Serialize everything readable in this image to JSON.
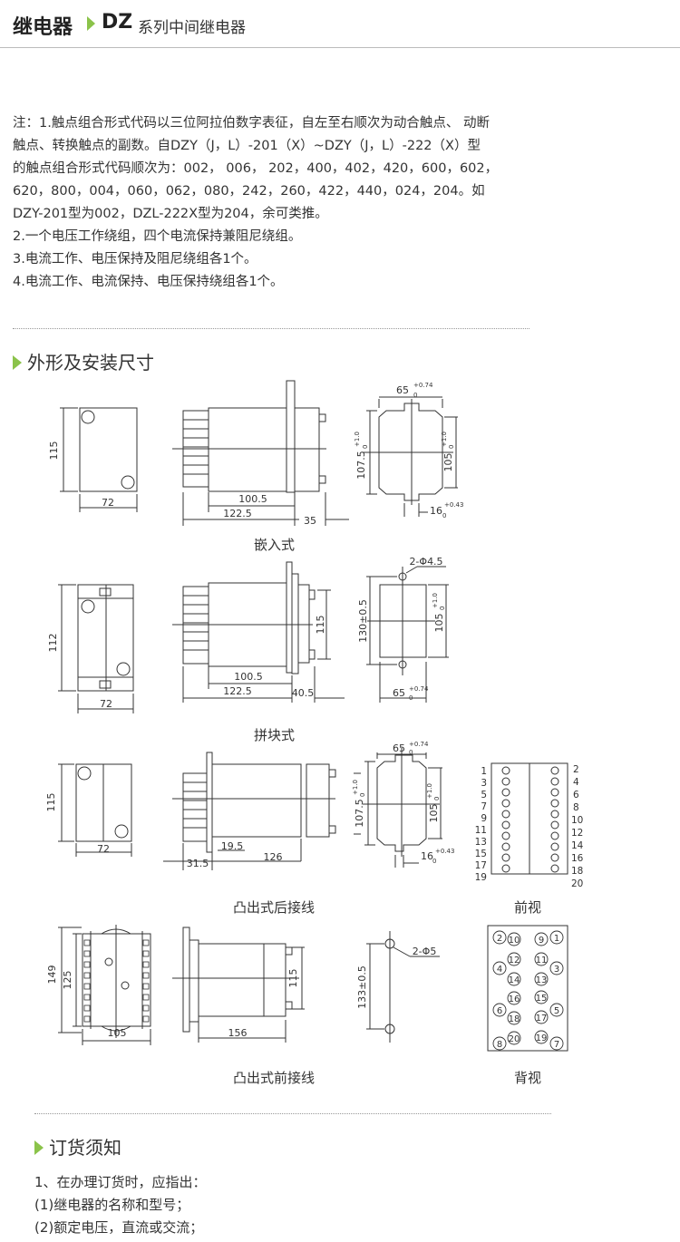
{
  "header": {
    "brand": "继电器",
    "model": "DZ",
    "subtitle": "系列中间继电器",
    "accent": "#8bc34a"
  },
  "notes": [
    "注：1.触点组合形式代码以三位阿拉伯数字表征，自左至右顺次为动合触点、 动断",
    "触点、转换触点的副数。自DZY（J，L）-201（X）~DZY（J，L）-222（X）型",
    "的触点组合形式代码顺次为：002， 006， 202，400，402，420，600，602，",
    "620，800，004，060，062，080，242，260，422，440，024，204。如",
    "DZY-201型为002，DZL-222X型为204，余可类推。",
    "2.一个电压工作绕组，四个电流保持兼阻尼绕组。",
    "3.电流工作、电压保持及阻尼绕组各1个。",
    "4.电流工作、电流保持、电压保持绕组各1个。"
  ],
  "section_dimensions": "外形及安装尺寸",
  "section_order": "订货须知",
  "captions": {
    "embedded": "嵌入式",
    "block": "拼块式",
    "rear_wiring": "凸出式后接线",
    "front_view": "前视",
    "front_wiring": "凸出式前接线",
    "back_view": "背视"
  },
  "dims": {
    "d115": "115",
    "d72": "72",
    "d100_5": "100.5",
    "d122_5": "122.5",
    "d35": "35",
    "d65": "65",
    "d65_sub": "0",
    "d65_sup": "+0.74",
    "d107_5": "107.5",
    "d107_5_sub": "0",
    "d107_5_sup": "+1.0",
    "d105": "105",
    "d105_sub": "0",
    "d105_sup": "+1.0",
    "d16": "16",
    "d16_sub": "0",
    "d16_sup": "+0.43",
    "d112": "112",
    "d40_5": "40.5",
    "d130": "130±0.5",
    "phi45": "2-Φ4.5",
    "d19_5": "19.5",
    "d126": "126",
    "d31_5": "31.5",
    "d149": "149",
    "d125": "125",
    "d105b": "105",
    "d156": "156",
    "d133": "133±0.5",
    "phi5": "2-Φ5"
  },
  "front_terminals": {
    "left": [
      "1",
      "3",
      "5",
      "7",
      "9",
      "11",
      "13",
      "15",
      "17",
      "19"
    ],
    "right": [
      "2",
      "4",
      "6",
      "8",
      "10",
      "12",
      "14",
      "16",
      "18",
      "20"
    ]
  },
  "back_terminals": {
    "items": [
      "2",
      "10",
      "9",
      "1",
      "12",
      "11",
      "4",
      "3",
      "14",
      "13",
      "16",
      "15",
      "6",
      "5",
      "18",
      "17",
      "8",
      "20",
      "19",
      "7"
    ]
  },
  "order_items": [
    "1、在办理订货时，应指出：",
    "(1)继电器的名称和型号；",
    "(2)额定电压，直流或交流；"
  ]
}
